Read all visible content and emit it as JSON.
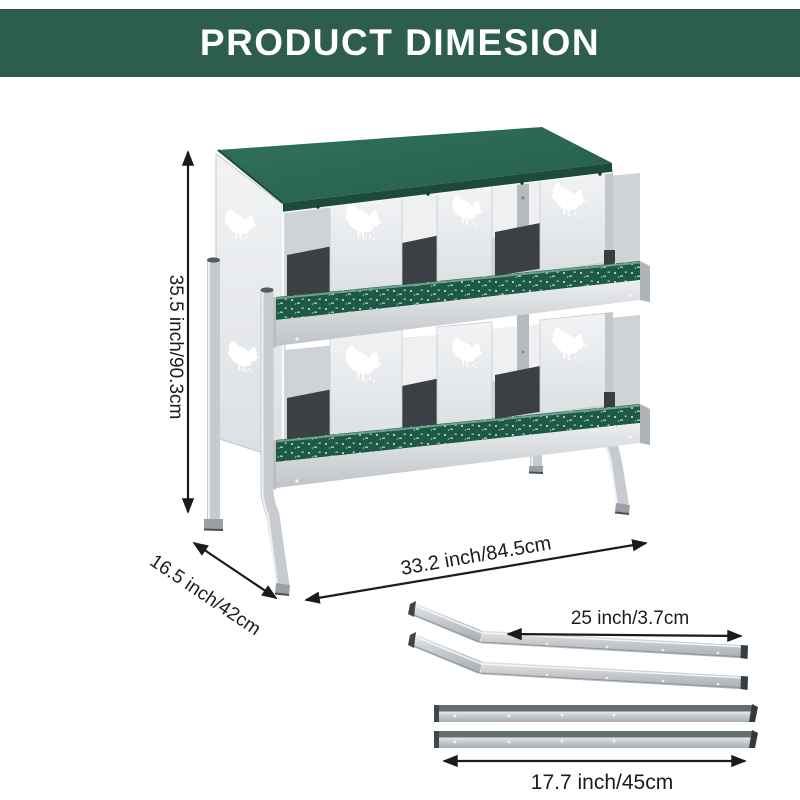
{
  "banner": {
    "title": "PRODUCT DIMESION",
    "bg_color": "#2D5E4C",
    "text_color": "#FFFFFF"
  },
  "product": {
    "name": "two-tier chicken nesting box",
    "tiers": 2,
    "compartments_per_tier": 3,
    "legs": 4,
    "bent_perch_rails": 2,
    "straight_rails": 2,
    "colors": {
      "roof_green": "#2A6B54",
      "tray_green": "#1D5A46",
      "panel_gray": "#E9EBEE",
      "interior_dark": "#3C4044",
      "metal_silver": "#C9CDD1",
      "arrow_black": "#1B1B1B"
    }
  },
  "icons": {
    "chicken_cutout": "white hen silhouette cutout"
  },
  "dimensions": {
    "height": {
      "label": "35.5 inch/90.3cm"
    },
    "depth": {
      "label": "16.5 inch/42cm"
    },
    "width": {
      "label": "33.2 inch/84.5cm"
    },
    "perch_rail": {
      "label": "25 inch/3.7cm"
    },
    "straight_rail": {
      "label": "17.7 inch/45cm"
    }
  }
}
